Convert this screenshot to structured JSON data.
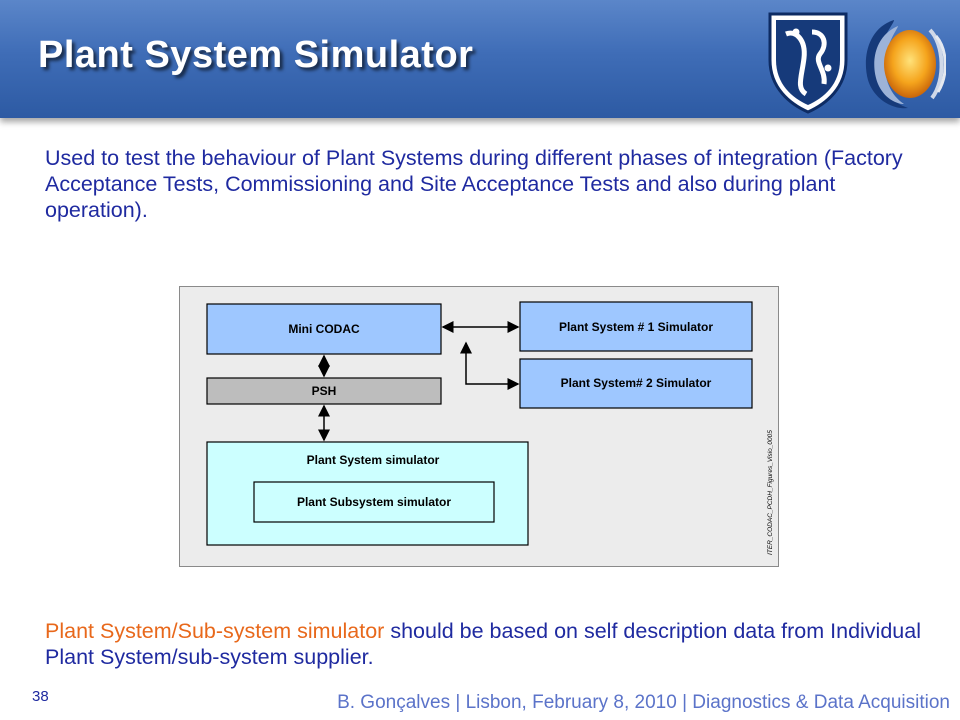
{
  "slide": {
    "title": "Plant System Simulator",
    "body": "Used to test the behaviour of Plant Systems during different phases of integration (Factory Acceptance Tests, Commissioning and Site Acceptance Tests and also during plant operation).",
    "bottom_highlight": "Plant System/Sub-system simulator",
    "bottom_rest": " should be based on self description data from Individual Plant System/sub-system supplier.",
    "slide_number": "38",
    "footer": "B. Gonçalves | Lisbon, February 8, 2010 | Diagnostics & Data Acquisition"
  },
  "diagram": {
    "mini_codac": "Mini CODAC",
    "psh": "PSH",
    "ps1_sim": "Plant System # 1 Simulator",
    "ps2_sim": "Plant System# 2 Simulator",
    "ps_sim": "Plant System simulator",
    "pss_sim": "Plant Subsystem simulator",
    "watermark": "ITER_CODAC_PCDH_Figures_Visio_0005"
  },
  "logos": {
    "ist": "IST",
    "ipfn": "IPFN"
  }
}
